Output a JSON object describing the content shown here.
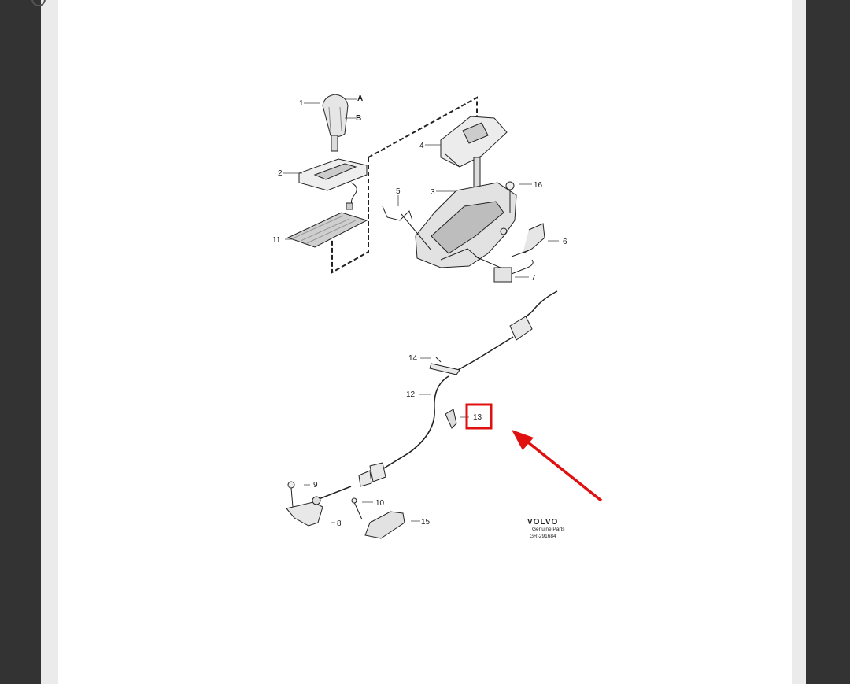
{
  "viewer": {
    "background": "#3a3a3a",
    "page_color": "#ffffff"
  },
  "diagram": {
    "callouts": {
      "c1": "1",
      "cA": "A",
      "cB": "B",
      "c2": "2",
      "c3": "3",
      "c4": "4",
      "c5": "5",
      "c6": "6",
      "c7": "7",
      "c8": "8",
      "c9": "9",
      "c10": "10",
      "c11": "11",
      "c12": "12",
      "c13": "13",
      "c14": "14",
      "c15": "15",
      "c16": "16"
    },
    "highlight": {
      "label": "13",
      "color": "#e01010"
    },
    "brand": {
      "name": "VOLVO",
      "tagline": "Genuine Parts",
      "code": "GR-291684"
    }
  }
}
